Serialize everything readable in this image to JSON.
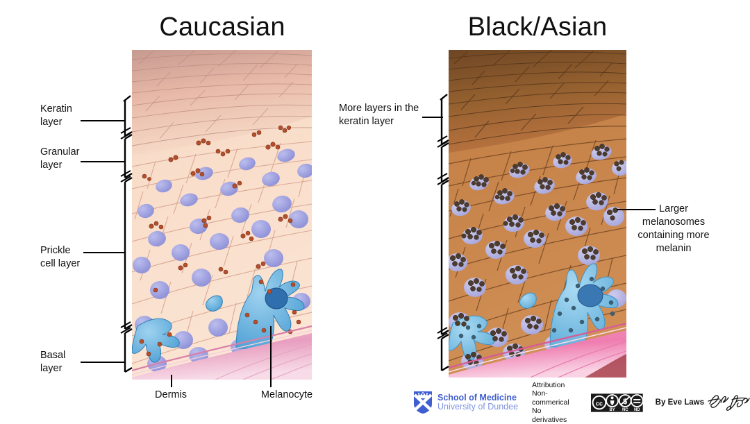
{
  "figure": {
    "type": "medical-illustration",
    "subject": "Comparison of skin epidermis layers and melanosome distribution"
  },
  "panels": {
    "left": {
      "title": "Caucasian",
      "skin_tone_hex": "#f6d6c0",
      "keratin_tone_hex": "#d9a99c",
      "dermis_tone_hex": "#efaec8",
      "melanocyte_tone_hex": "#6fb4e0",
      "melanosome_tone_hex": "#b8502e",
      "nucleus_tone_hex": "#9a9ddd"
    },
    "right": {
      "title": "Black/Asian",
      "skin_tone_hex": "#c98048",
      "keratin_tone_hex": "#8b5b2f",
      "dermis_tone_hex": "#f08ec0",
      "melanocyte_tone_hex": "#7dbde6",
      "melanosome_tone_hex": "#4a3b30",
      "nucleus_tone_hex": "#b4b4e8"
    }
  },
  "labels": {
    "keratin_layer": "Keratin\nlayer",
    "granular_layer": "Granular\nlayer",
    "prickle_cell_layer": "Prickle\ncell layer",
    "basal_layer": "Basal\nlayer",
    "dermis": "Dermis",
    "melanocyte": "Melanocyte",
    "more_layers": "More layers in the\nkeratin layer",
    "larger_melanosomes": "Larger\nmelanosomes\ncontaining more\nmelanin"
  },
  "footer": {
    "institution_line1": "School of Medicine",
    "institution_line2": "University of Dundee",
    "institution_color_hex": "#3f5fd0",
    "license": {
      "attribution": "Attribution",
      "noncommercial": "Non-commerical",
      "noderivatives": "No derivatives",
      "badge_marks": [
        "CC",
        "BY",
        "NC",
        "ND"
      ]
    },
    "byline": "By Eve Laws",
    "signature_alt": "eve-laws-signature"
  }
}
